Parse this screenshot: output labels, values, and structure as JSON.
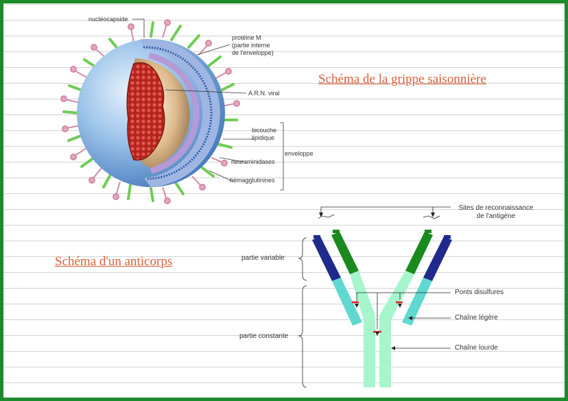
{
  "titles": {
    "virus": "Schéma de la grippe saisonnière",
    "antibody": "Schéma d'un anticorps"
  },
  "virus_labels": {
    "nucleocapside": "nucléocapside",
    "proteine_m_1": "protéine M",
    "proteine_m_2": "(partie interne",
    "proteine_m_3": "de l'enveloppe)",
    "arn": "A.R.N. viral",
    "bicouche_1": "bicouche",
    "bicouche_2": "lipidique",
    "neuraminidases": "neuraminidases",
    "hemagglutinines": "hémagglutinines",
    "enveloppe": "enveloppe"
  },
  "antibody_labels": {
    "sites_1": "Sites de reconnaissance",
    "sites_2": "de l'antigène",
    "partie_variable": "partie variable",
    "partie_constante": "partie constante",
    "ponts": "Ponts disulfures",
    "chaine_legere": "Chaîne légère",
    "chaine_lourde": "Chaîne lourde"
  },
  "colors": {
    "border_green": "#1a8a2a",
    "title_orange": "#d9603a",
    "heavy_variable": "#1a8a1e",
    "light_variable": "#1f2a8c",
    "light_constant": "#5fd8d0",
    "heavy_constant": "#a6f5cc",
    "disulfide": "#d8231f"
  }
}
